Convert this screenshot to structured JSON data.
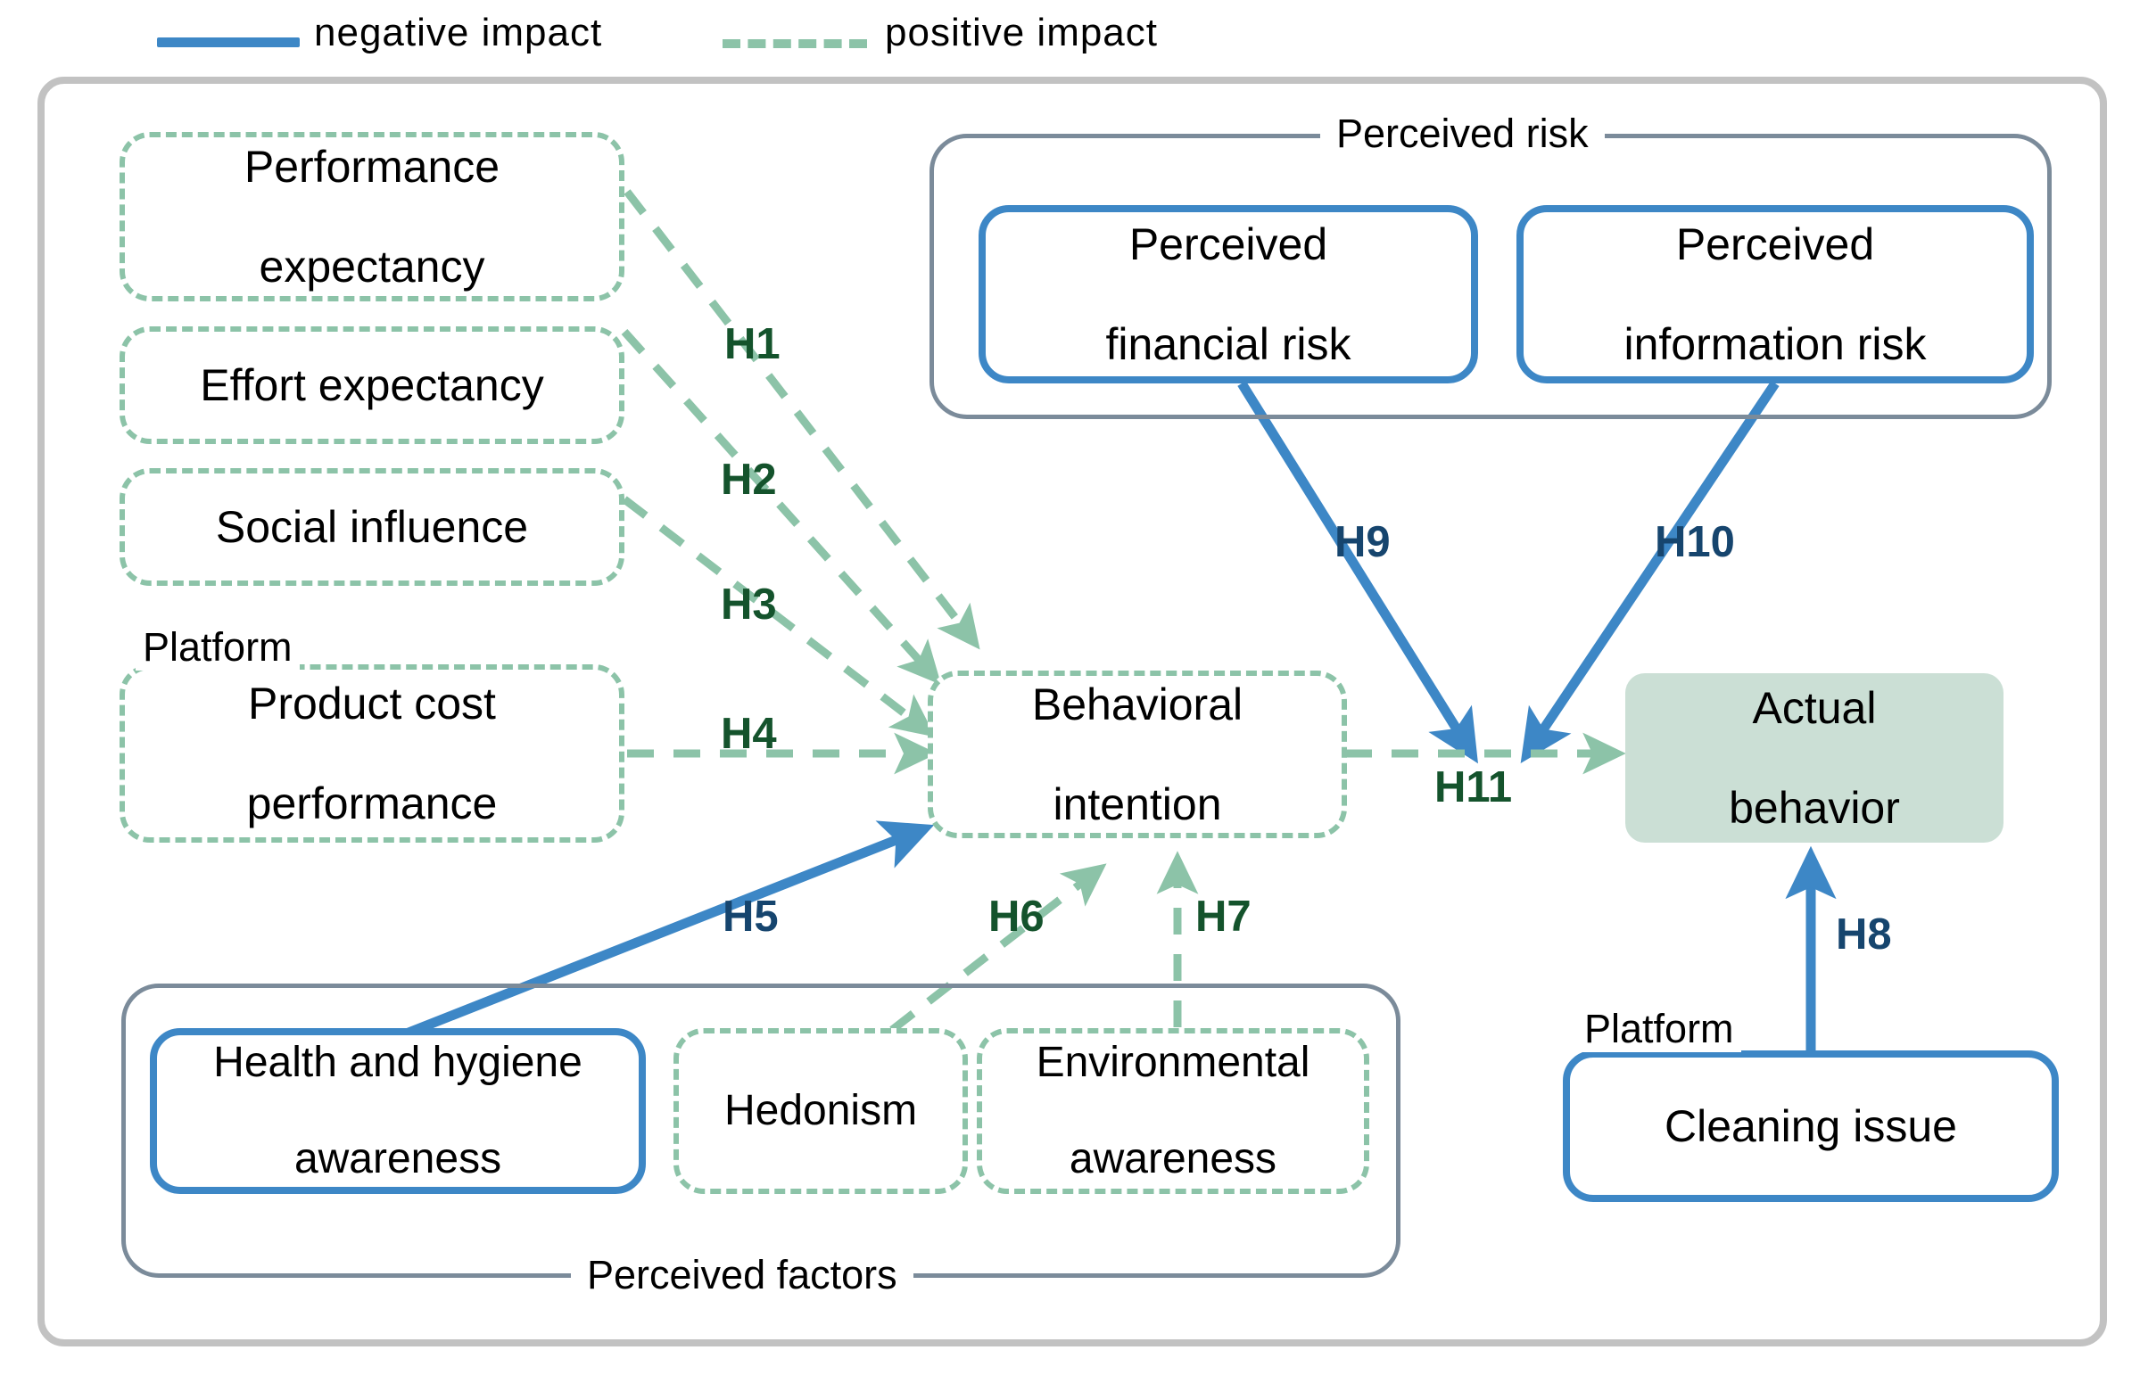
{
  "legend": {
    "negative": {
      "label": "negative impact",
      "color": "#3d87c6",
      "style": "solid"
    },
    "positive": {
      "label": "positive impact",
      "color": "#8cc3a8",
      "style": "dashed"
    }
  },
  "colors": {
    "blue": "#3d87c6",
    "green": "#8cc3a8",
    "green_fill": "#cbdfd5",
    "group_border": "#7b8b9a",
    "frame": "#c2c2c2",
    "h_green_text": "#14532c",
    "h_blue_text": "#16456e"
  },
  "nodes": {
    "performance_expectancy": {
      "line1": "Performance",
      "line2": "expectancy"
    },
    "effort_expectancy": {
      "line1": "Effort expectancy"
    },
    "social_influence": {
      "line1": "Social influence"
    },
    "product_cost_performance": {
      "line1": "Product cost",
      "line2": "performance"
    },
    "behavioral_intention": {
      "line1": "Behavioral",
      "line2": "intention"
    },
    "perceived_financial_risk": {
      "line1": "Perceived",
      "line2": "financial risk"
    },
    "perceived_information_risk": {
      "line1": "Perceived",
      "line2": "information risk"
    },
    "actual_behavior": {
      "line1": "Actual",
      "line2": "behavior"
    },
    "health_hygiene_awareness": {
      "line1": "Health and hygiene",
      "line2": "awareness"
    },
    "hedonism": {
      "line1": "Hedonism"
    },
    "environmental_awareness": {
      "line1": "Environmental",
      "line2": "awareness"
    },
    "cleaning_issue": {
      "line1": "Cleaning issue"
    }
  },
  "groups": {
    "perceived_risk": {
      "label": "Perceived risk"
    },
    "perceived_factors": {
      "label": "Perceived factors"
    }
  },
  "plain_labels": {
    "platform_left": "Platform",
    "platform_right": "Platform"
  },
  "hypotheses": [
    {
      "id": "H1",
      "label": "H1",
      "impact": "positive",
      "from": "performance_expectancy",
      "to": "behavioral_intention"
    },
    {
      "id": "H2",
      "label": "H2",
      "impact": "positive",
      "from": "effort_expectancy",
      "to": "behavioral_intention"
    },
    {
      "id": "H3",
      "label": "H3",
      "impact": "positive",
      "from": "social_influence",
      "to": "behavioral_intention"
    },
    {
      "id": "H4",
      "label": "H4",
      "impact": "positive",
      "from": "product_cost_performance",
      "to": "behavioral_intention"
    },
    {
      "id": "H5",
      "label": "H5",
      "impact": "negative",
      "from": "health_hygiene_awareness",
      "to": "behavioral_intention"
    },
    {
      "id": "H6",
      "label": "H6",
      "impact": "positive",
      "from": "hedonism",
      "to": "behavioral_intention"
    },
    {
      "id": "H7",
      "label": "H7",
      "impact": "positive",
      "from": "environmental_awareness",
      "to": "behavioral_intention"
    },
    {
      "id": "H8",
      "label": "H8",
      "impact": "negative",
      "from": "cleaning_issue",
      "to": "actual_behavior"
    },
    {
      "id": "H9",
      "label": "H9",
      "impact": "negative",
      "from": "perceived_financial_risk",
      "to": "behavioral_intention_to_actual"
    },
    {
      "id": "H10",
      "label": "H10",
      "impact": "negative",
      "from": "perceived_information_risk",
      "to": "behavioral_intention_to_actual"
    },
    {
      "id": "H11",
      "label": "H11",
      "impact": "positive",
      "from": "behavioral_intention",
      "to": "actual_behavior"
    }
  ]
}
